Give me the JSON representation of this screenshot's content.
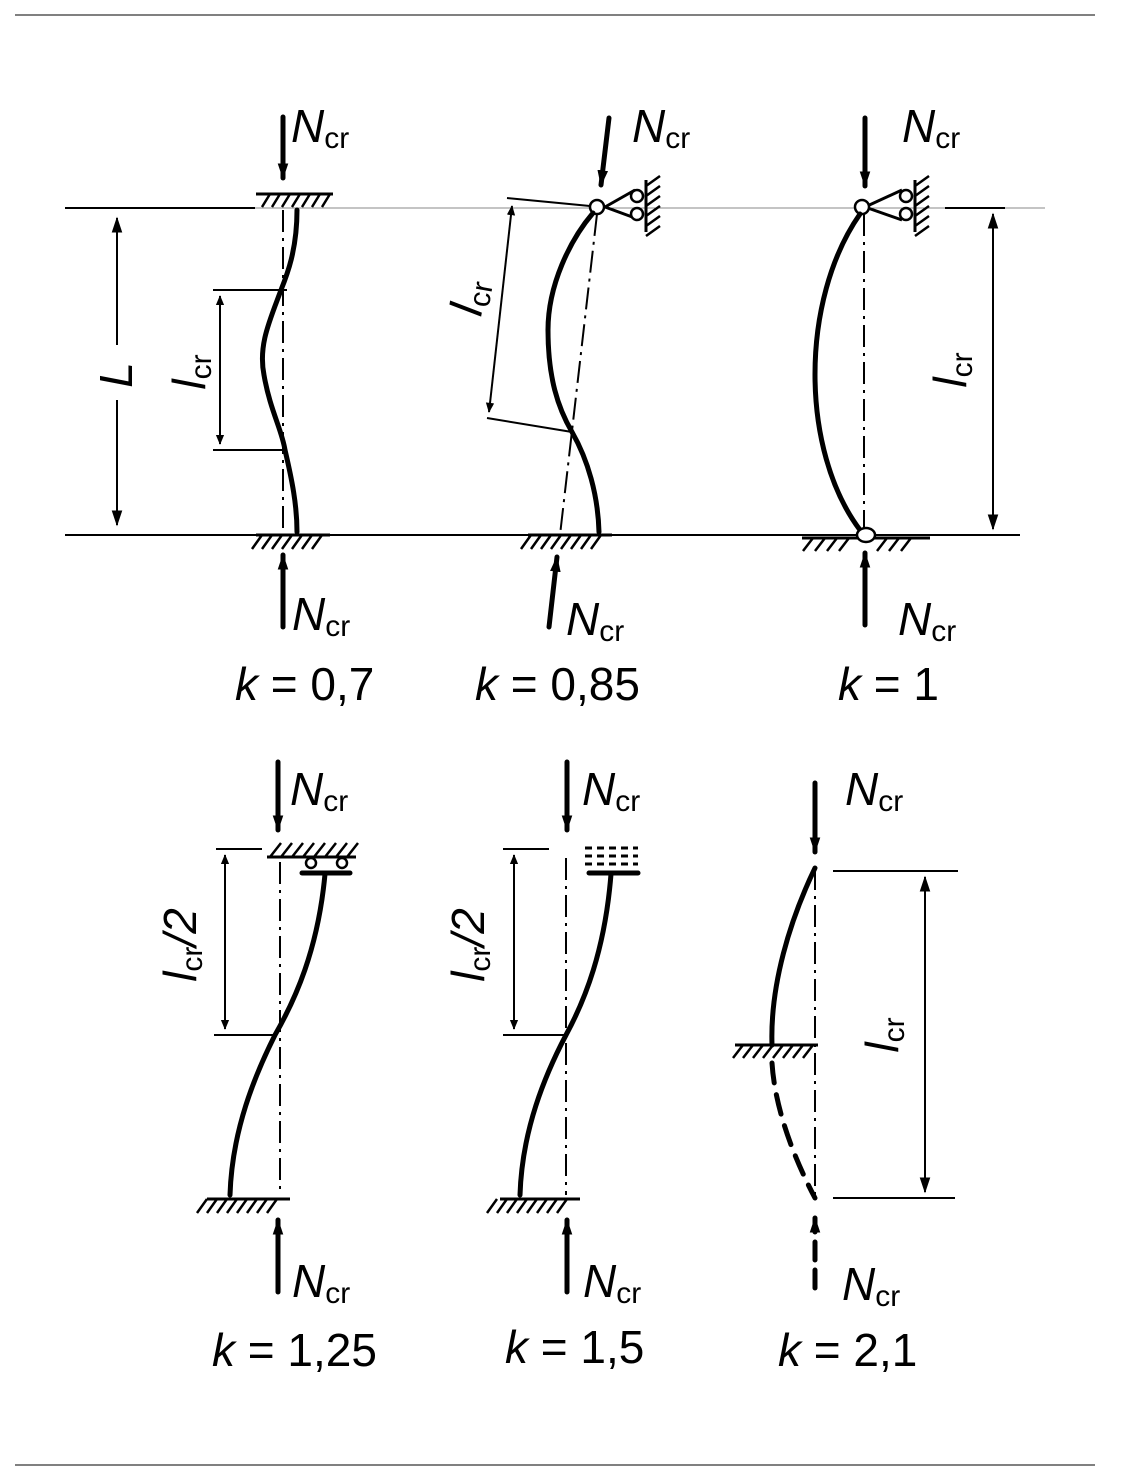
{
  "symbols": {
    "force": "N",
    "force_sub": "cr",
    "length": "L",
    "buckling_length": "l",
    "buckling_length_sub": "cr",
    "half_suffix": "/2",
    "k_symbol": "k"
  },
  "cases": [
    {
      "id": "fixed-fixed",
      "k_text": "= 0,7"
    },
    {
      "id": "fixed-pinned",
      "k_text": "= 0,85"
    },
    {
      "id": "pinned-pinned",
      "k_text": "= 1"
    },
    {
      "id": "fixed-sliding-top",
      "k_text": "= 1,25"
    },
    {
      "id": "fixed-elastic-top",
      "k_text": "= 1,5"
    },
    {
      "id": "cantilever-middle",
      "k_text": "= 2,1"
    }
  ],
  "colors": {
    "ink": "#000000",
    "paper": "#ffffff"
  }
}
